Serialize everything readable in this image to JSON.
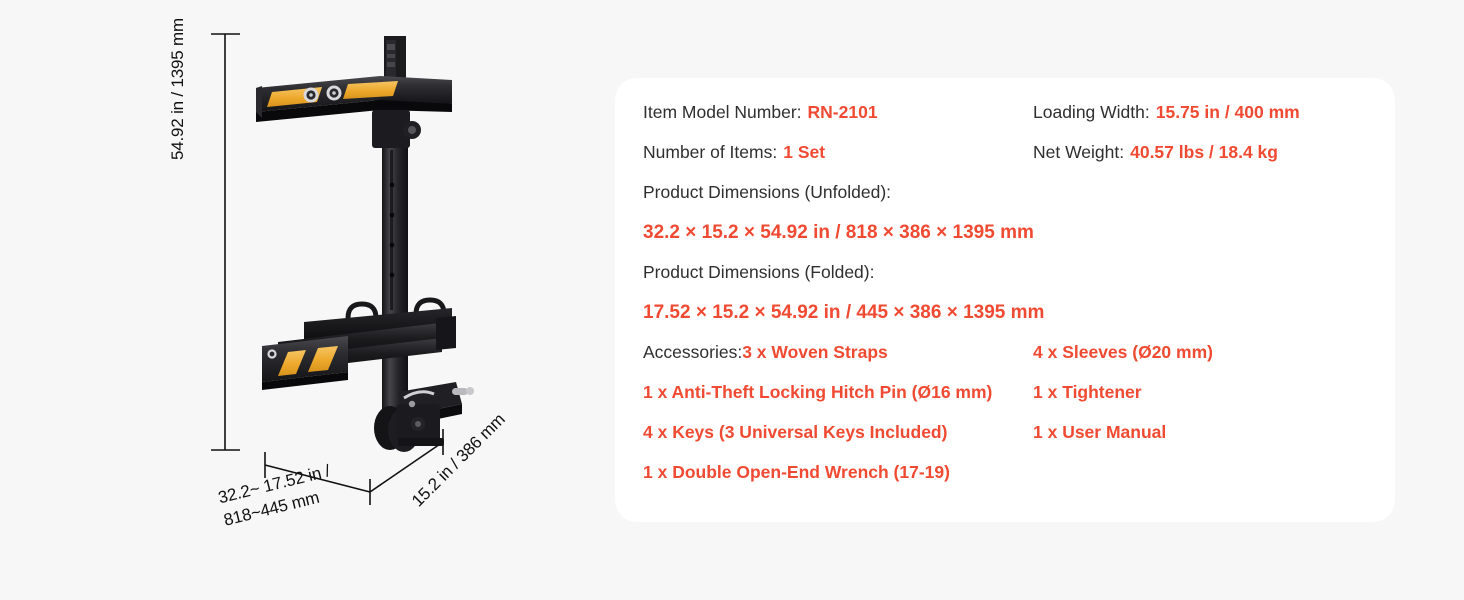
{
  "page": {
    "background_color": "#f7f7f7",
    "accent_color": "#f04a32",
    "label_color": "#2f2f2f",
    "panel_color": "#ffffff"
  },
  "diagram": {
    "alt_name": "hitch-bike-rack-product-illustration",
    "height_label": "54.92 in / 1395 mm",
    "width_label_line1": "32.2~ 17.52 in /",
    "width_label_line2": "818~445 mm",
    "depth_label": "15.2 in / 386 mm"
  },
  "specs": {
    "rows": [
      {
        "left_label": "Item Model Number:",
        "left_value": "RN-2101",
        "right_label": "Loading Width:",
        "right_value": "15.75 in / 400 mm"
      },
      {
        "left_label": "Number of Items:",
        "left_value": "1 Set",
        "right_label": "Net Weight:",
        "right_value": "40.57 lbs / 18.4 kg"
      }
    ],
    "dimensions_unfolded": {
      "label": "Product Dimensions (Unfolded):",
      "value": "32.2 × 15.2 × 54.92 in / 818 × 386 × 1395 mm"
    },
    "dimensions_folded": {
      "label": "Product Dimensions (Folded):",
      "value": "17.52 × 15.2 × 54.92 in / 445 × 386 × 1395 mm"
    },
    "accessories": {
      "label": "Accessories:",
      "left_items": [
        "3 x Woven Straps",
        "1 x Anti-Theft Locking Hitch Pin (Ø16 mm)",
        "4 x Keys (3 Universal Keys Included)",
        "1 x Double Open-End Wrench (17-19)"
      ],
      "right_items": [
        "4 x Sleeves (Ø20 mm)",
        "1 x Tightener",
        "1 x User Manual"
      ]
    }
  }
}
